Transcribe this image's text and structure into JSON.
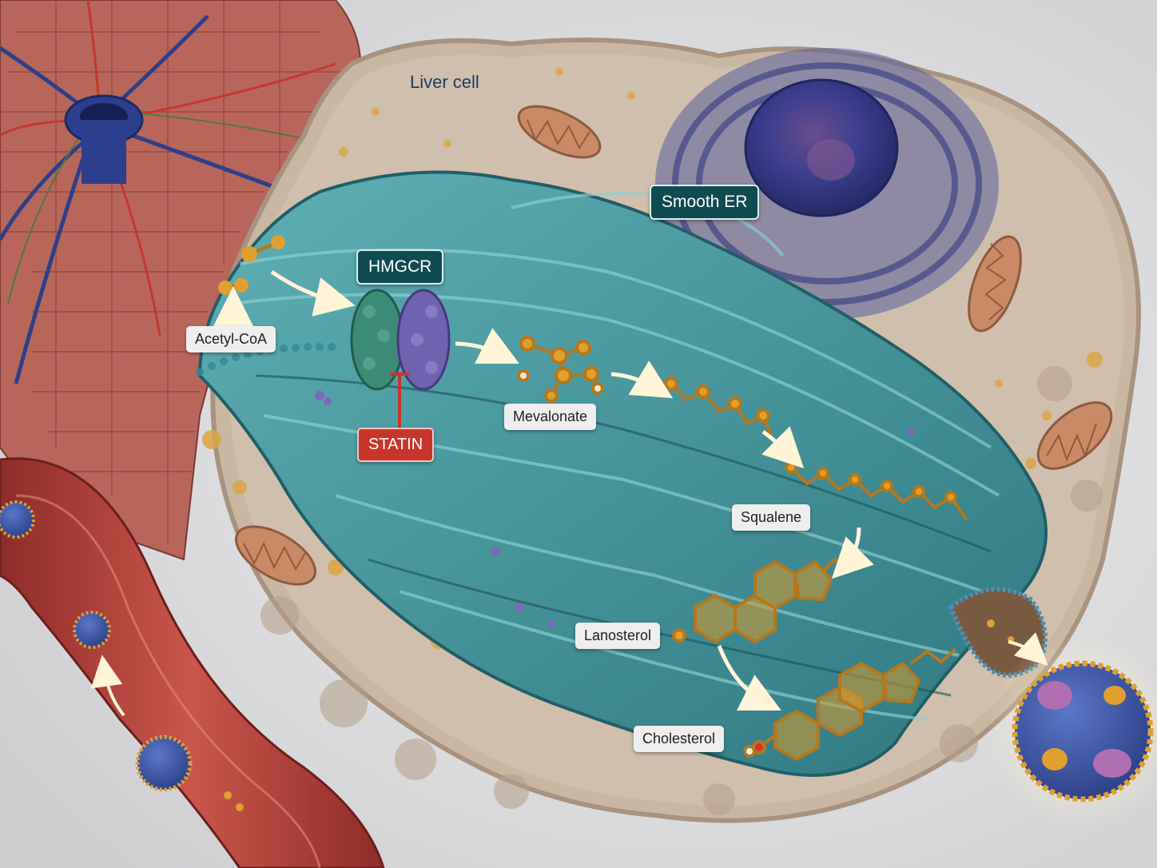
{
  "labels": {
    "liver_cell": "Liver cell",
    "smooth_er": "Smooth ER",
    "hmgcr": "HMGCR",
    "acetyl_coa": "Acetyl-CoA",
    "statin": "STATIN",
    "mevalonate": "Mevalonate",
    "squalene": "Squalene",
    "lanosterol": "Lanosterol",
    "cholesterol": "Cholesterol"
  },
  "colors": {
    "label_dark": "#0f4c52",
    "label_light": "#eeeeee",
    "statin_red": "#c8352b",
    "er_teal": "#3f8f96",
    "cell_beige": "#c7b39c",
    "molecule_gold": "#e0a030",
    "nucleus_blue": "#3a3f8a",
    "vessel_red": "#b4413a",
    "enzyme_green": "#3d8a78",
    "enzyme_purple": "#6f63b0"
  }
}
